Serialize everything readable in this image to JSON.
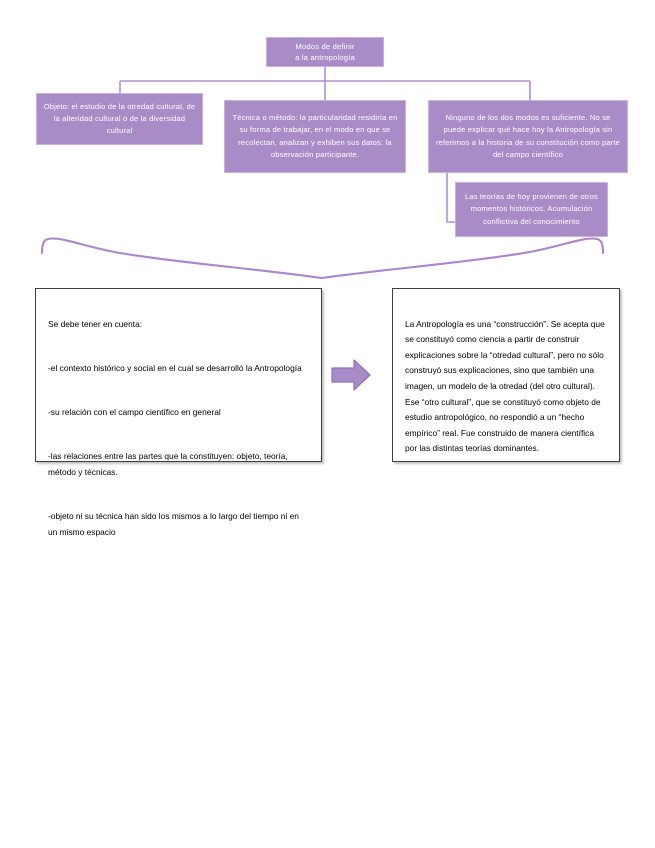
{
  "diagram": {
    "title_node": {
      "label": "Modos de definir\na la antropología"
    },
    "branches": [
      {
        "id": "objeto",
        "label": "Objeto: el estudio de la otredad cultural, de la alteridad cultural o de la diversidad cultural"
      },
      {
        "id": "tecnica",
        "label": "Técnica o método: la particularidad residiría en su forma de trabajar, en el modo en que se recolectan, analizan y exhiben sus datos: la observación participante."
      },
      {
        "id": "ninguno",
        "label": "Ninguno de los dos modos es suficiente. No se puede explicar qué hace hoy la Antropología sin referirnos a la historia de su constitución como parte del campo científico"
      }
    ],
    "sub_branch": {
      "id": "teorias",
      "label": "Las teorías de hoy provienen de otros momentos históricos. Acumulación conflictiva del conocimiento"
    },
    "summary_box": {
      "heading": "Se debe tener en cuenta:",
      "items": [
        "-el contexto histórico y social en el cual se desarrolló la Antropología",
        "-su relación con el campo científico en general",
        "-las relaciones entre las partes que la constituyen: objeto, teoría, método y técnicas.",
        "-objeto ni su técnica han sido los mismos a lo largo del tiempo ni en un mismo espacio"
      ]
    },
    "conclusion_box": {
      "text": "La Antropología es una “construcción”. Se acepta que se constituyó como ciencia a partir de construir explicaciones sobre la “otredad cultural”, pero no sólo construyó sus explicaciones, sino que también una imagen, un modelo de la otredad (del otro cultural). Ese “otro cultural”, que se constituyó como objeto de estudio antropológico, no respondió a un “hecho empírico” real. Fue construido de manera científica por las distintas teorías dominantes."
    },
    "connector_arrow": {
      "name": "right-arrow"
    },
    "colors": {
      "node_fill": "#a98bc8",
      "node_border": "#c9b2de",
      "node_text": "#ffffff",
      "connector_line": "#b08fd0",
      "brace_line": "#b083cf",
      "box_border": "#3f3f3f",
      "box_text": "#000000",
      "arrow_fill": "#a98bc8",
      "arrow_border": "#8f6fb5"
    }
  }
}
